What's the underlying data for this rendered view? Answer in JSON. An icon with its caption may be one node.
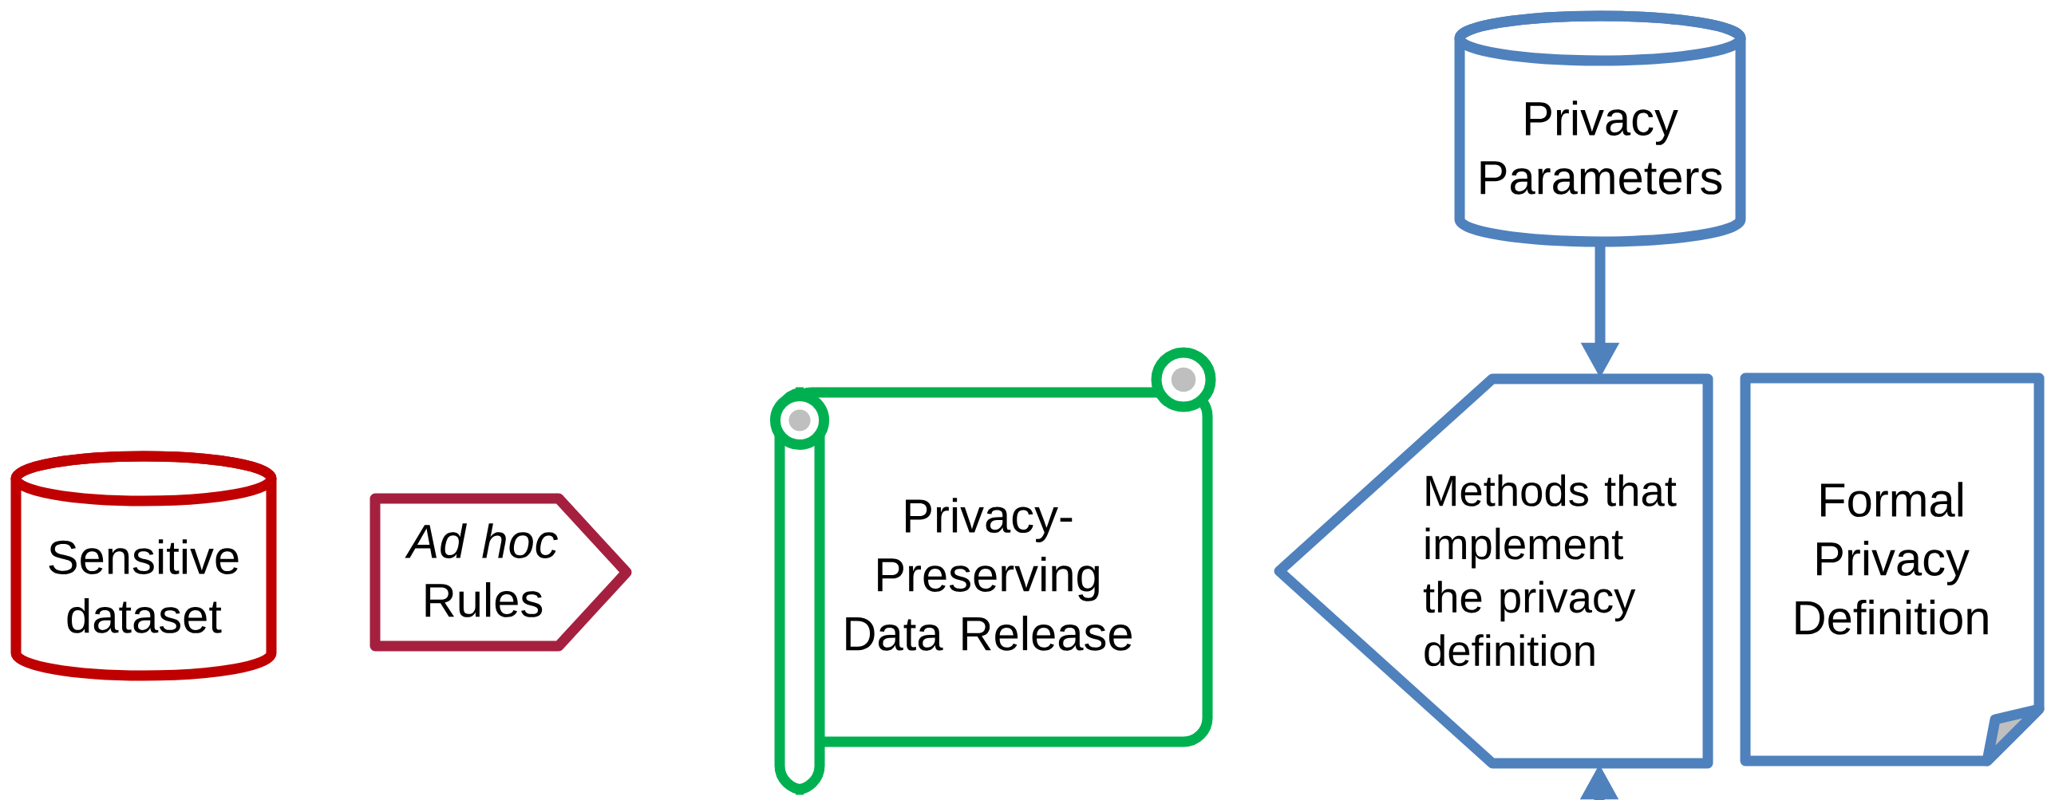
{
  "diagram": {
    "nodes": [
      {
        "text": [
          "Sensitive dataset"
        ]
      },
      {
        "text": [
          "*Ad hoc* Rules"
        ]
      },
      {
        "text": [
          "Privacy-Preserving Data Release"
        ]
      },
      {
        "text": [
          "Privacy Parameters"
        ]
      },
      {
        "text": [
          "Methods that implement the privacy definition"
        ]
      },
      {
        "text": [
          "Formal Privacy Definition"
        ]
      }
    ],
    "edges": [
      {
        "from": 3,
        "to": 4,
        "arrow": "to"
      },
      {
        "from": null,
        "to": 4,
        "arrow": "to"
      }
    ]
  }
}
